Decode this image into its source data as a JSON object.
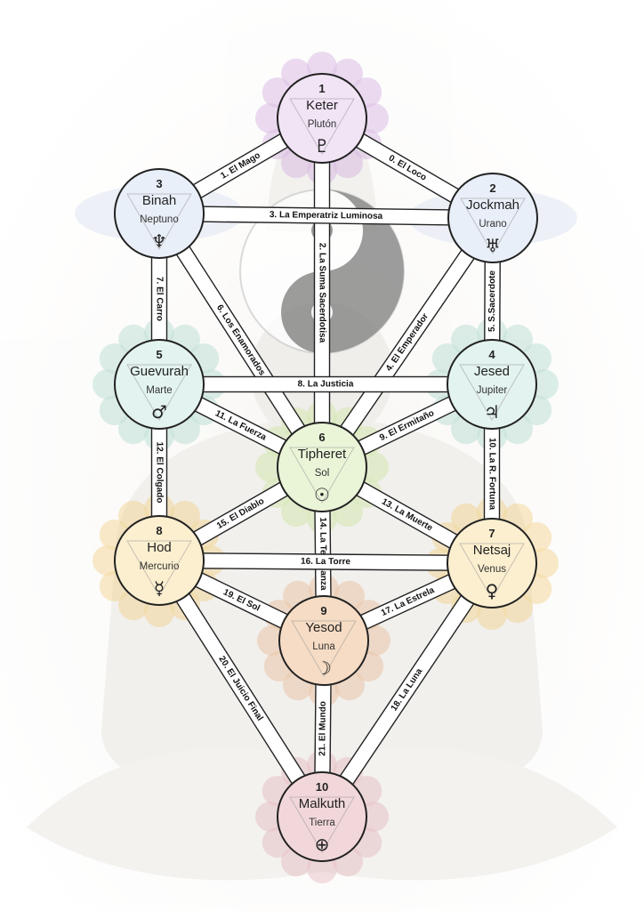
{
  "nodes": [
    {
      "id": "keter",
      "num": "1",
      "name": "Keter",
      "planet": "Plutón",
      "symbol": "♇",
      "fill": "#f1e4f5",
      "petal": "#cfa5dc"
    },
    {
      "id": "jockmah",
      "num": "2",
      "name": "Jockmah",
      "planet": "Urano",
      "symbol": "♅",
      "fill": "#e9eff8",
      "petal": "#c7d3ec"
    },
    {
      "id": "binah",
      "num": "3",
      "name": "Binah",
      "planet": "Neptuno",
      "symbol": "♆",
      "fill": "#e9eff8",
      "petal": "#c7d3ec"
    },
    {
      "id": "jesed",
      "num": "4",
      "name": "Jesed",
      "planet": "Jupiter",
      "symbol": "♃",
      "fill": "#e3f3ef",
      "petal": "#a9d6c9"
    },
    {
      "id": "guevurah",
      "num": "5",
      "name": "Guevurah",
      "planet": "Marte",
      "symbol": "♂",
      "fill": "#e3f3ef",
      "petal": "#a9d6c9"
    },
    {
      "id": "tipheret",
      "num": "6",
      "name": "Tipheret",
      "planet": "Sol",
      "symbol": "☉",
      "fill": "#eaf5d8",
      "petal": "#c9e59a"
    },
    {
      "id": "netsaj",
      "num": "7",
      "name": "Netsaj",
      "planet": "Venus",
      "symbol": "♀",
      "fill": "#fcefd0",
      "petal": "#f2cc78"
    },
    {
      "id": "hod",
      "num": "8",
      "name": "Hod",
      "planet": "Mercurio",
      "symbol": "☿",
      "fill": "#fcefd0",
      "petal": "#f2cc78"
    },
    {
      "id": "yesod",
      "num": "9",
      "name": "Yesod",
      "planet": "Luna",
      "symbol": "☽",
      "fill": "#f6dcc4",
      "petal": "#e8b48c"
    },
    {
      "id": "malkuth",
      "num": "10",
      "name": "Malkuth",
      "planet": "Tierra",
      "symbol": "⊕",
      "fill": "#f2d7da",
      "petal": "#e3aeb5"
    }
  ],
  "paths": [
    {
      "from": "keter",
      "to": "jockmah",
      "label": "0. El Loco"
    },
    {
      "from": "keter",
      "to": "binah",
      "label": "1. El Mago"
    },
    {
      "from": "keter",
      "to": "tipheret",
      "label": "2. La Suma Sacerdotisa"
    },
    {
      "from": "binah",
      "to": "jockmah",
      "label": "3. La Emperatriz Luminosa"
    },
    {
      "from": "jockmah",
      "to": "tipheret",
      "label": "4. El Emperador"
    },
    {
      "from": "jockmah",
      "to": "jesed",
      "label": "5. S.Sacerdote"
    },
    {
      "from": "binah",
      "to": "tipheret",
      "label": "6. Los Enamorados"
    },
    {
      "from": "binah",
      "to": "guevurah",
      "label": "7. El Carro"
    },
    {
      "from": "guevurah",
      "to": "jesed",
      "label": "8. La Justicia"
    },
    {
      "from": "jesed",
      "to": "tipheret",
      "label": "9. El Ermitaño"
    },
    {
      "from": "jesed",
      "to": "netsaj",
      "label": "10. La R. Fortuna"
    },
    {
      "from": "guevurah",
      "to": "tipheret",
      "label": "11. La Fuerza"
    },
    {
      "from": "guevurah",
      "to": "hod",
      "label": "12. El Colgado"
    },
    {
      "from": "tipheret",
      "to": "netsaj",
      "label": "13. La Muerte"
    },
    {
      "from": "tipheret",
      "to": "yesod",
      "label": "14. La Templanza"
    },
    {
      "from": "hod",
      "to": "tipheret",
      "label": "15. El Diablo"
    },
    {
      "from": "hod",
      "to": "netsaj",
      "label": "16. La Torre"
    },
    {
      "from": "netsaj",
      "to": "yesod",
      "label": "17. La Estrela"
    },
    {
      "from": "netsaj",
      "to": "malkuth",
      "label": "18. La Luna"
    },
    {
      "from": "hod",
      "to": "yesod",
      "label": "19. El Sol"
    },
    {
      "from": "hod",
      "to": "malkuth",
      "label": "20. El Juicio Final"
    },
    {
      "from": "yesod",
      "to": "malkuth",
      "label": "21. El Mundo"
    }
  ]
}
